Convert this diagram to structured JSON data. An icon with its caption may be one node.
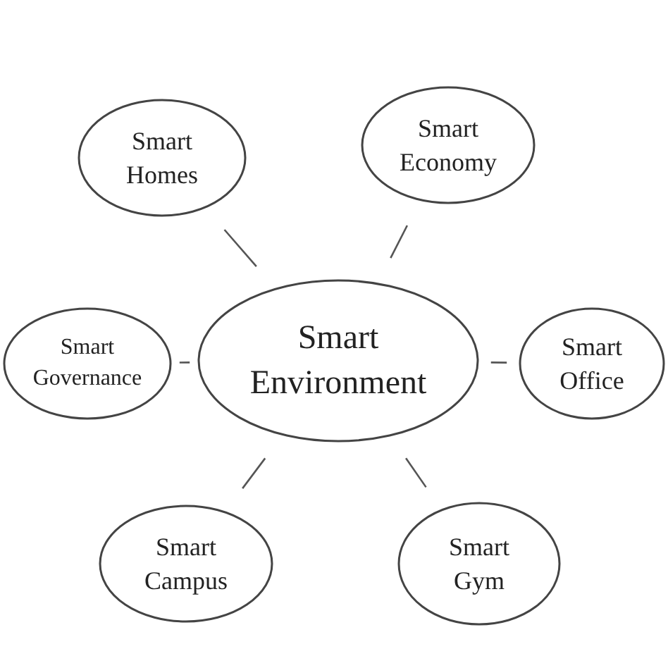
{
  "diagram": {
    "nodes": [
      {
        "text": [
          "Smart Homes"
        ]
      },
      {
        "text": [
          "Smart Economy"
        ]
      },
      {
        "text": [
          "Smart Governance"
        ]
      },
      {
        "text": [
          "Smart Environment"
        ]
      },
      {
        "text": [
          "Smart Office"
        ]
      },
      {
        "text": [
          "Smart Campus"
        ]
      },
      {
        "text": [
          "Smart Gym"
        ]
      }
    ],
    "edges": [
      {
        "from": 3,
        "to": 0,
        "arrow": "none"
      },
      {
        "from": 3,
        "to": 1,
        "arrow": "none"
      },
      {
        "from": 3,
        "to": 2,
        "arrow": "none"
      },
      {
        "from": 3,
        "to": 4,
        "arrow": "none"
      },
      {
        "from": 3,
        "to": 5,
        "arrow": "none"
      },
      {
        "from": 3,
        "to": 6,
        "arrow": "none"
      }
    ]
  }
}
